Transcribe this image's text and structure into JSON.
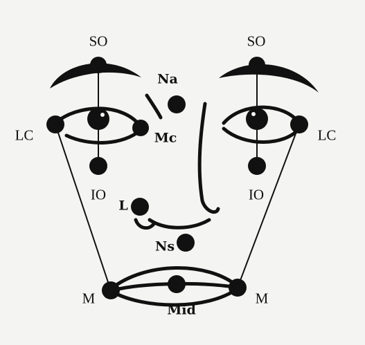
{
  "landmarks": {
    "so_right": "SO",
    "so_left": "SO",
    "na": "Na",
    "lc_right": "LC",
    "lc_left": "LC",
    "mc": "Mc",
    "io_right": "IO",
    "io_left": "IO",
    "l": "L",
    "ns": "Ns",
    "m_right": "M",
    "m_left": "M",
    "mid": "Mid"
  },
  "colors": {
    "ink": "#111111",
    "paper": "#f4f4f2"
  }
}
